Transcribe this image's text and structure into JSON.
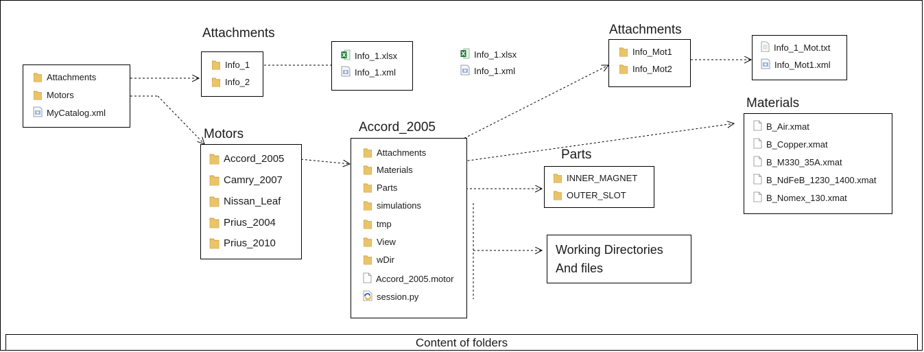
{
  "caption": "Content of folders",
  "root": {
    "items": [
      {
        "label": "Attachments",
        "icon": "folder-icon"
      },
      {
        "label": "Motors",
        "icon": "folder-icon"
      },
      {
        "label": "MyCatalog.xml",
        "icon": "xml-file-icon"
      }
    ]
  },
  "attachments_top": {
    "title": "Attachments",
    "items": [
      {
        "label": "Info_1",
        "icon": "folder-icon"
      },
      {
        "label": "Info_2",
        "icon": "folder-icon"
      }
    ]
  },
  "info1_files": {
    "items": [
      {
        "label": "Info_1.xlsx",
        "icon": "excel-file-icon"
      },
      {
        "label": "Info_1.xml",
        "icon": "xml-file-icon"
      }
    ]
  },
  "info2_files": {
    "items": [
      {
        "label": "Info_1.xlsx",
        "icon": "excel-file-icon"
      },
      {
        "label": "Info_1.xml",
        "icon": "xml-file-icon"
      }
    ]
  },
  "motors": {
    "title": "Motors",
    "items": [
      {
        "label": "Accord_2005",
        "icon": "folder-icon"
      },
      {
        "label": "Camry_2007",
        "icon": "folder-icon"
      },
      {
        "label": "Nissan_Leaf",
        "icon": "folder-icon"
      },
      {
        "label": "Prius_2004",
        "icon": "folder-icon"
      },
      {
        "label": "Prius_2010",
        "icon": "folder-icon"
      }
    ]
  },
  "accord": {
    "title": "Accord_2005",
    "items": [
      {
        "label": "Attachments",
        "icon": "folder-icon"
      },
      {
        "label": "Materials",
        "icon": "folder-icon"
      },
      {
        "label": "Parts",
        "icon": "folder-icon"
      },
      {
        "label": "simulations",
        "icon": "folder-icon"
      },
      {
        "label": "tmp",
        "icon": "folder-icon"
      },
      {
        "label": "View",
        "icon": "folder-icon"
      },
      {
        "label": "wDir",
        "icon": "folder-icon"
      },
      {
        "label": "Accord_2005.motor",
        "icon": "blank-file-icon"
      },
      {
        "label": "session.py",
        "icon": "python-file-icon"
      }
    ]
  },
  "attachments_motor": {
    "title": "Attachments",
    "items": [
      {
        "label": "Info_Mot1",
        "icon": "folder-icon"
      },
      {
        "label": "Info_Mot2",
        "icon": "folder-icon"
      }
    ]
  },
  "info_mot_files": {
    "items": [
      {
        "label": "Info_1_Mot.txt",
        "icon": "text-file-icon"
      },
      {
        "label": "Info_Mot1.xml",
        "icon": "xml-file-icon"
      }
    ]
  },
  "parts": {
    "title": "Parts",
    "items": [
      {
        "label": "INNER_MAGNET",
        "icon": "folder-icon"
      },
      {
        "label": "OUTER_SLOT",
        "icon": "folder-icon"
      }
    ]
  },
  "materials": {
    "title": "Materials",
    "items": [
      {
        "label": "B_Air.xmat",
        "icon": "blank-file-icon"
      },
      {
        "label": "B_Copper.xmat",
        "icon": "blank-file-icon"
      },
      {
        "label": "B_M330_35A.xmat",
        "icon": "blank-file-icon"
      },
      {
        "label": "B_NdFeB_1230_1400.xmat",
        "icon": "blank-file-icon"
      },
      {
        "label": "B_Nomex_130.xmat",
        "icon": "blank-file-icon"
      }
    ]
  },
  "working": {
    "line1": "Working Directories",
    "line2": "And files"
  },
  "colors": {
    "folder": "#e9c46a",
    "folder_dark": "#c9992f",
    "excel": "#1f7a3a",
    "python": "#3b73b9"
  }
}
